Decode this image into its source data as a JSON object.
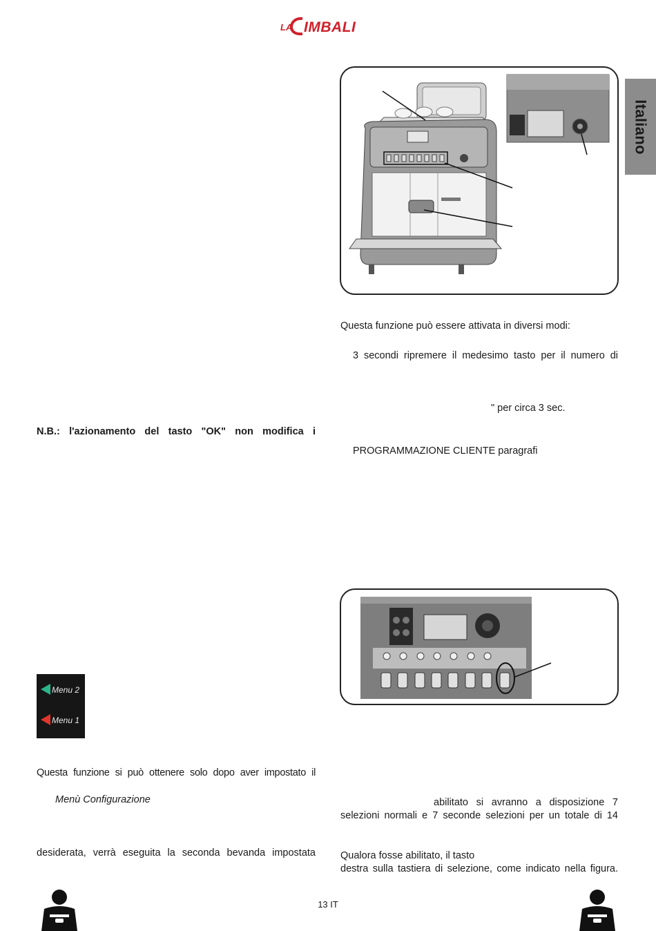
{
  "header": {
    "logo_text": "LACIMBALI",
    "logo_color": "#d0202a"
  },
  "side_tab": {
    "label": "Italiano",
    "color": "#8c8c8c"
  },
  "left_column": {
    "nb_note": "N.B.: l'azionamento del tasto \"OK\" non modifica i",
    "menu_image": {
      "menu2_label": "Menu 2",
      "menu1_label": "Menu 1",
      "menu2_arrow_color": "#2bb58a",
      "menu1_arrow_color": "#e0352a"
    },
    "para_function": "Questa funzione si può ottenere solo dopo aver impostato il",
    "menu_config": "Menù Configurazione",
    "para_second_drink": "desiderata, verrà eseguita la seconda bevanda impostata"
  },
  "right_column": {
    "para_activation": "Questa funzione può essere attivata in diversi modi:",
    "para_three_seconds": "3 secondi ripremere il medesimo tasto per il numero di",
    "para_per_circa": "\" per circa 3 sec.",
    "para_programmazione": "PROGRAMMAZIONE CLIENTE paragrafi",
    "para_abilitato_1": "abilitato si avranno a disposizione 7",
    "para_abilitato_2": "selezioni normali e 7 seconde selezioni per un totale di 14",
    "para_qualora_1": "Qualora fosse abilitato, il tasto",
    "para_qualora_2": "destra sulla tastiera di selezione, come indicato nella figura."
  },
  "footer": {
    "page_number": "13 IT"
  }
}
